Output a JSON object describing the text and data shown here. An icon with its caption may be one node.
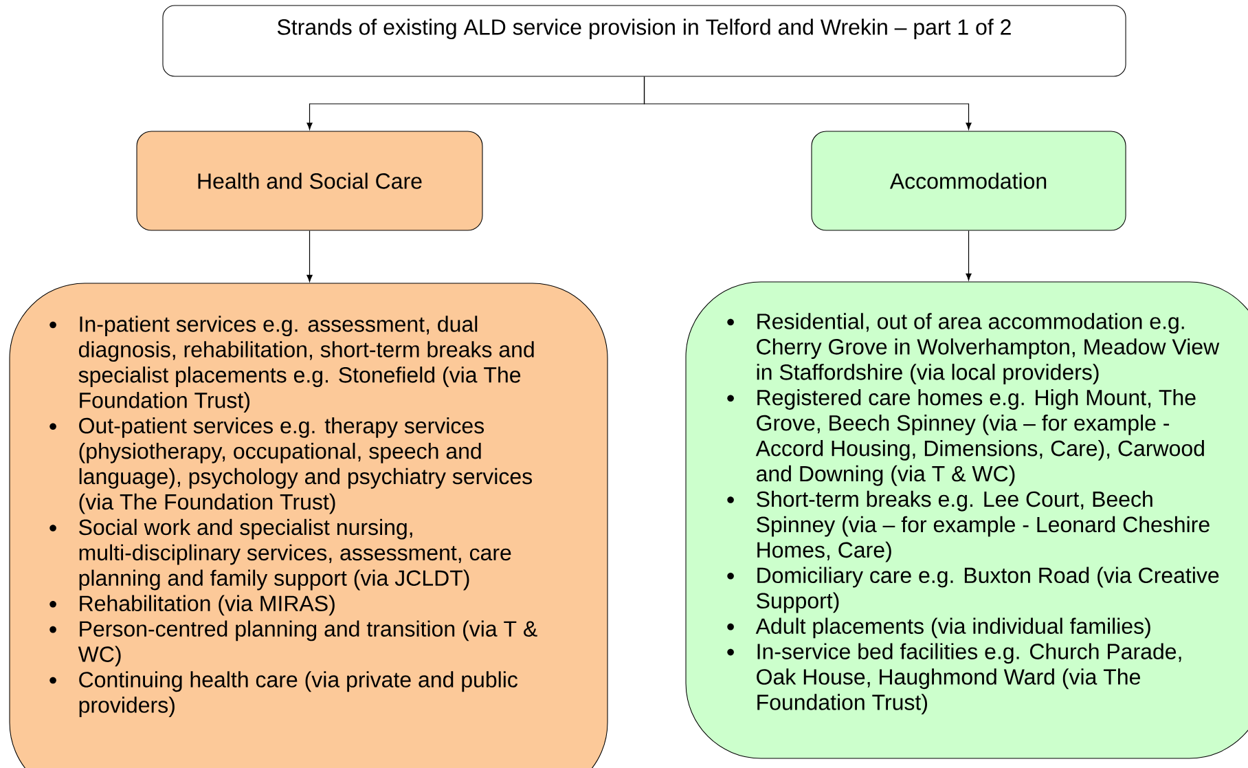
{
  "diagram": {
    "nodes": [
      {
        "text": [
          "Strands of existing ALD service provision in Telford and Wrekin – part 1 of 2"
        ]
      },
      {
        "text": [
          "Health and Social Care"
        ]
      },
      {
        "text": [
          "Accommodation"
        ]
      },
      {
        "text": [
          "In-patient services e.g. assessment, dual diagnosis, rehabilitation, short-term breaks and specialist placements e.g. Stonefield (via The Foundation Trust)",
          "Out-patient services e.g. therapy services (physiotherapy, occupational, speech and language), psychology and psychiatry services (via The Foundation Trust)",
          "Social work and specialist nursing, multi-disciplinary services, assessment, care planning and family support (via JCLDT)",
          "Rehabilitation (via MIRAS)",
          "Person-centred planning and transition (via T & WC)",
          "Continuing health care (via private and public providers)"
        ]
      },
      {
        "text": [
          "Residential, out of area accommodation e.g. Cherry Grove in Wolverhampton, Meadow View in Staffordshire (via local providers)",
          "Registered care homes e.g. High Mount, The Grove, Beech Spinney (via – for example - Accord Housing, Dimensions, Care), Carwood and Downing (via T & WC)",
          "Short-term breaks e.g. Lee Court, Beech Spinney (via – for example - Leonard Cheshire Homes, Care)",
          "Domiciliary care e.g. Buxton Road (via Creative Support)",
          "Adult placements (via individual families)",
          "In-service bed facilities e.g. Church Parade, Oak House, Haughmond Ward (via The Foundation Trust)"
        ]
      }
    ],
    "edges": [
      {
        "from": 0,
        "to": 1,
        "arrow": "to"
      },
      {
        "from": 0,
        "to": 2,
        "arrow": "to"
      },
      {
        "from": 1,
        "to": 3,
        "arrow": "to"
      },
      {
        "from": 2,
        "to": 4,
        "arrow": "to"
      }
    ]
  }
}
